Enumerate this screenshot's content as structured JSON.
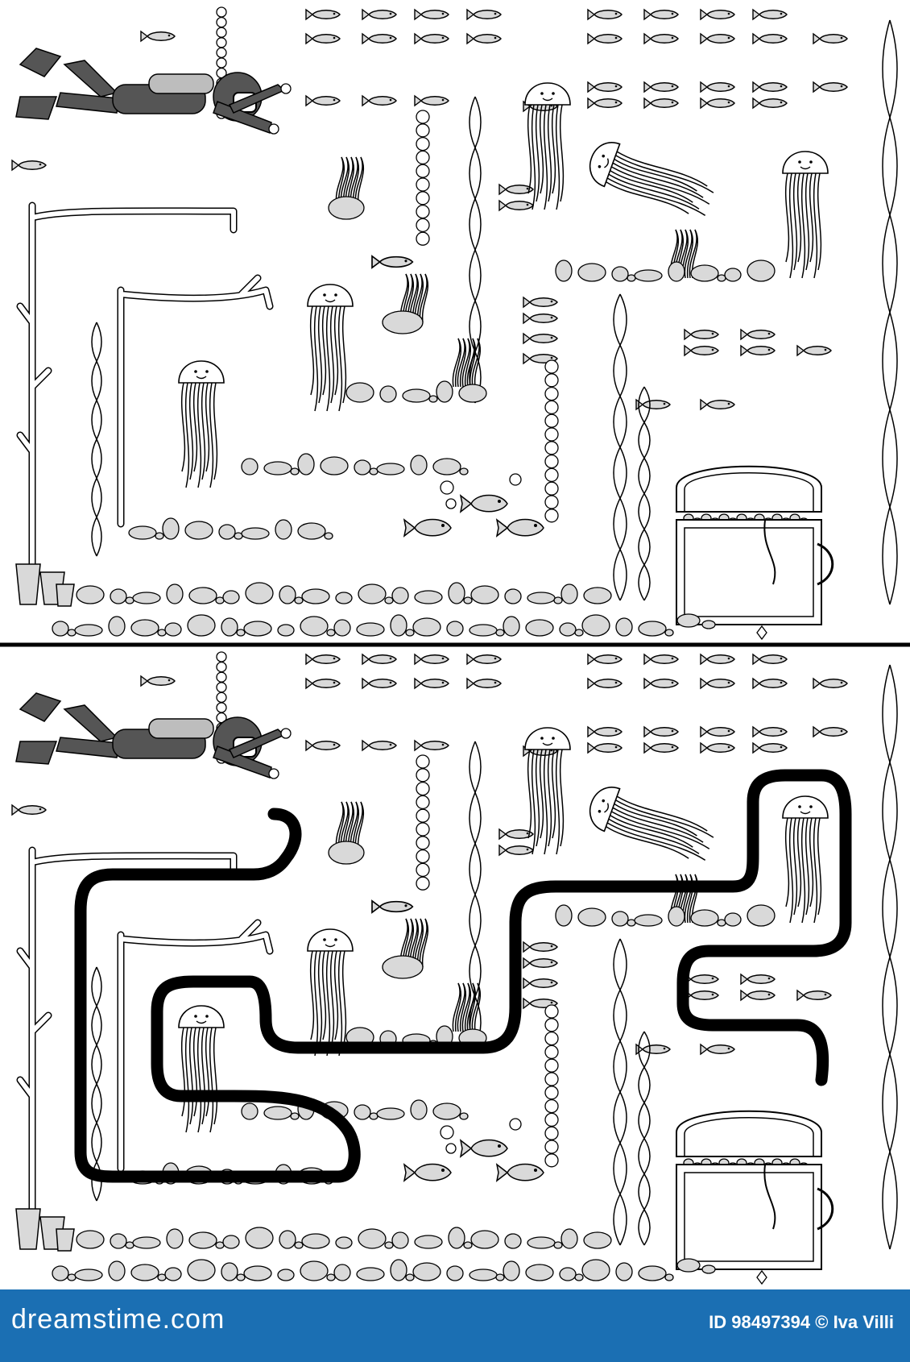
{
  "puzzle": {
    "panels": [
      "unsolved-maze",
      "solved-maze"
    ],
    "elements": [
      "scuba-diver",
      "treasure-chest",
      "jellyfish",
      "fish",
      "seaweed",
      "coral",
      "pebbles",
      "bubbles"
    ],
    "solution_path_color": "#000000"
  },
  "colors": {
    "fill_gray": "#d9d9d9",
    "diver_gray": "#555555",
    "divider": "#000000",
    "footer_bg": "#1b6fb3"
  },
  "footer": {
    "brand": "dreamstime.com",
    "id_text": "ID 98497394 © Iva Villi"
  }
}
